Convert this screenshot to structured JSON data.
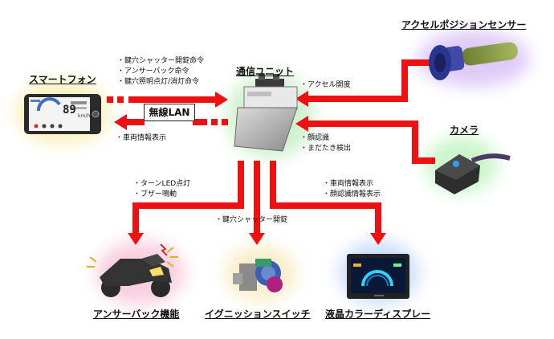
{
  "titles": {
    "center": "通信ユニット",
    "smartphone": "スマートフォン",
    "accel_sensor": "アクセルポジションセンサー",
    "camera": "カメラ",
    "answerback": "アンサーバック機能",
    "ignition": "イグニッションスイッチ",
    "display": "液晶カラーディスプレー"
  },
  "labels": {
    "phone_to_unit": [
      "・鍵穴シャッター開錠命令",
      "・アンサーバック命令",
      "・鍵穴照明点灯/消灯命令"
    ],
    "unit_to_phone": [
      "・車両情報表示"
    ],
    "wireless": "無線LAN",
    "accel_to_unit": [
      "・アクセル開度"
    ],
    "camera_to_unit": [
      "・顔認識",
      "・まだたき検出"
    ],
    "unit_to_answerback": [
      "・ターンLED点灯",
      "・ブザー鳴動"
    ],
    "unit_to_ignition": [
      "・鍵穴シャッター開錠"
    ],
    "unit_to_display": [
      "・車両情報表示",
      "・顔認識情報表示"
    ]
  },
  "phone_screen": {
    "speed": "89",
    "unit": "km/h"
  },
  "colors": {
    "arrow": "#ee1111",
    "glow_phone": "#f0e070",
    "glow_unit": "#a0e0a0",
    "glow_accel": "#c0a0f0",
    "glow_camera": "#a0f0a0",
    "glow_moto": "#f0a0c0",
    "glow_ignition": "#f0e0a0",
    "glow_display": "#a0c0f0"
  }
}
